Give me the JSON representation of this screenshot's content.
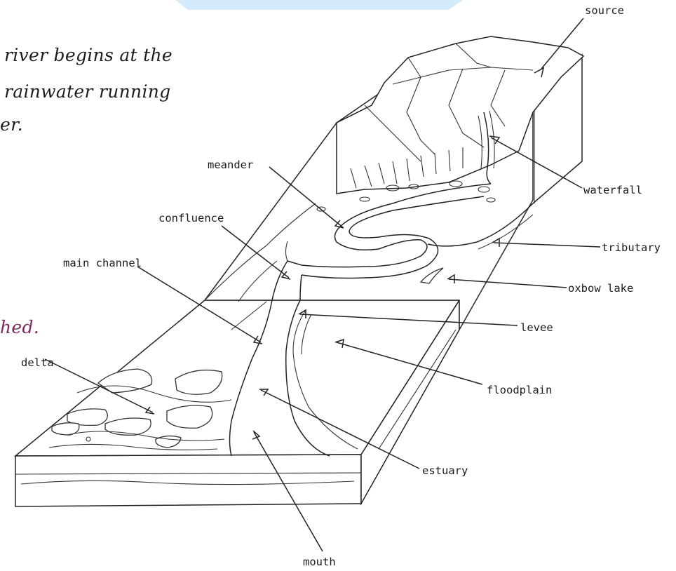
{
  "top_band_color": "#c9e6fb",
  "text_lines": {
    "line1": "river begins at the",
    "line2": "rainwater running",
    "line3": "er.",
    "line4": "hed."
  },
  "labels": {
    "source": "source",
    "waterfall": "waterfall",
    "meander": "meander",
    "confluence": "confluence",
    "tributary": "tributary",
    "main_channel": "main channel",
    "oxbow_lake": "oxbow lake",
    "levee": "levee",
    "delta": "delta",
    "floodplain": "floodplain",
    "estuary": "estuary",
    "mouth": "mouth"
  }
}
